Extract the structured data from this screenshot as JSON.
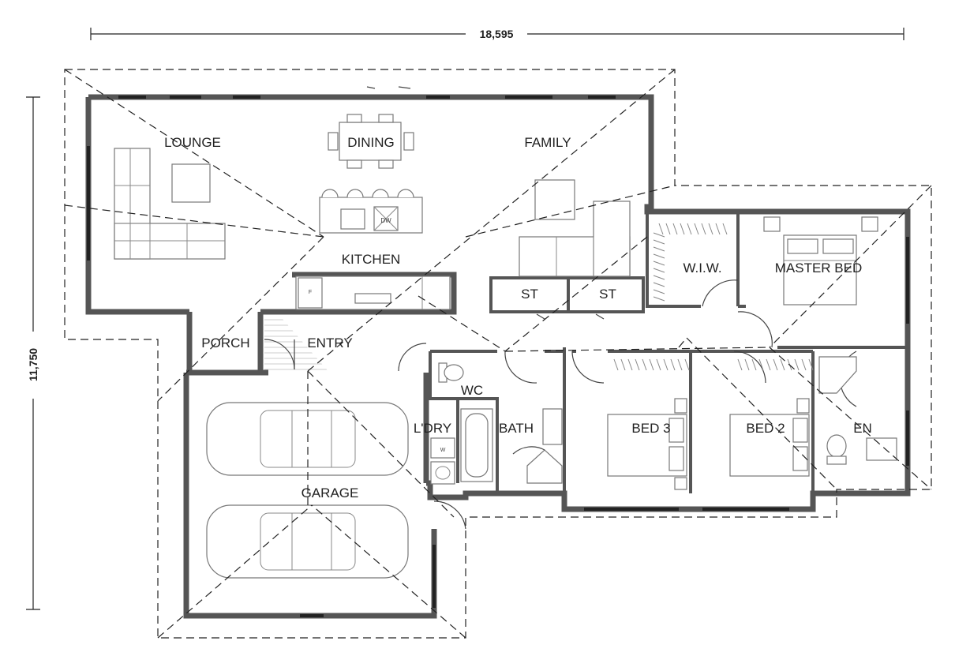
{
  "dimensions": {
    "width": "18,595",
    "depth": "11,750"
  },
  "rooms": {
    "lounge": "LOUNGE",
    "dining": "DINING",
    "family": "FAMILY",
    "kitchen": "KITCHEN",
    "st1": "ST",
    "st2": "ST",
    "wiw": "W.I.W.",
    "master": "MASTER BED",
    "porch": "PORCH",
    "entry": "ENTRY",
    "wc": "WC",
    "ldry": "L'DRY",
    "bath": "BATH",
    "bed3": "BED 3",
    "bed2": "BED 2",
    "en": "EN",
    "garage": "GARAGE"
  },
  "fixtures": {
    "dishwasher": "DW",
    "fridge": "F",
    "washer": "W"
  }
}
